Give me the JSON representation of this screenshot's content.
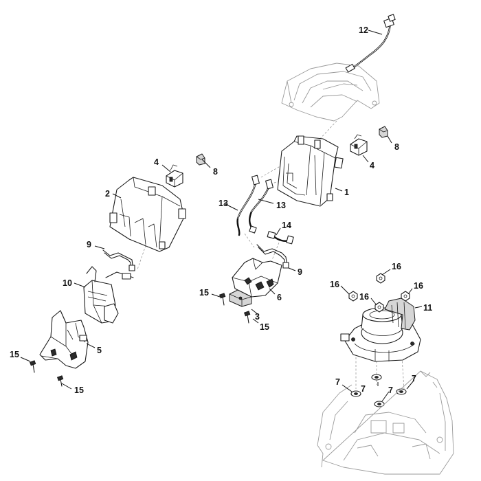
{
  "parts": [
    {
      "id": "p12",
      "label": "12",
      "name": "Cable harness with connector"
    },
    {
      "id": "p4a",
      "label": "4",
      "name": "Switch"
    },
    {
      "id": "p8a",
      "label": "8",
      "name": "Spring"
    },
    {
      "id": "p2",
      "label": "2",
      "name": "Housing half"
    },
    {
      "id": "p13a",
      "label": "13",
      "name": "Cable"
    },
    {
      "id": "p13b",
      "label": "13",
      "name": "Cable"
    },
    {
      "id": "p1",
      "label": "1",
      "name": "Housing half"
    },
    {
      "id": "p8b",
      "label": "8",
      "name": "Spring"
    },
    {
      "id": "p4b",
      "label": "4",
      "name": "Switch"
    },
    {
      "id": "p14",
      "label": "14",
      "name": "Cable"
    },
    {
      "id": "p9a",
      "label": "9",
      "name": "Cable"
    },
    {
      "id": "p9b",
      "label": "9",
      "name": "Cable"
    },
    {
      "id": "p10",
      "label": "10",
      "name": "Electronics module"
    },
    {
      "id": "p6",
      "label": "6",
      "name": "Bracket"
    },
    {
      "id": "p15a",
      "label": "15",
      "name": "Screw"
    },
    {
      "id": "p3",
      "label": "3",
      "name": "Clamp"
    },
    {
      "id": "p15b",
      "label": "15",
      "name": "Screw"
    },
    {
      "id": "p5",
      "label": "5",
      "name": "Cover"
    },
    {
      "id": "p15c",
      "label": "15",
      "name": "Screw"
    },
    {
      "id": "p15d",
      "label": "15",
      "name": "Screw"
    },
    {
      "id": "p16a",
      "label": "16",
      "name": "Nut"
    },
    {
      "id": "p16b",
      "label": "16",
      "name": "Nut"
    },
    {
      "id": "p16c",
      "label": "16",
      "name": "Nut"
    },
    {
      "id": "p16d",
      "label": "16",
      "name": "Nut"
    },
    {
      "id": "p11",
      "label": "11",
      "name": "Motor"
    },
    {
      "id": "p7a",
      "label": "7",
      "name": "Damper"
    },
    {
      "id": "p7b",
      "label": "7",
      "name": "Damper"
    },
    {
      "id": "p7c",
      "label": "7",
      "name": "Damper"
    },
    {
      "id": "p7d",
      "label": "7",
      "name": "Damper"
    }
  ]
}
